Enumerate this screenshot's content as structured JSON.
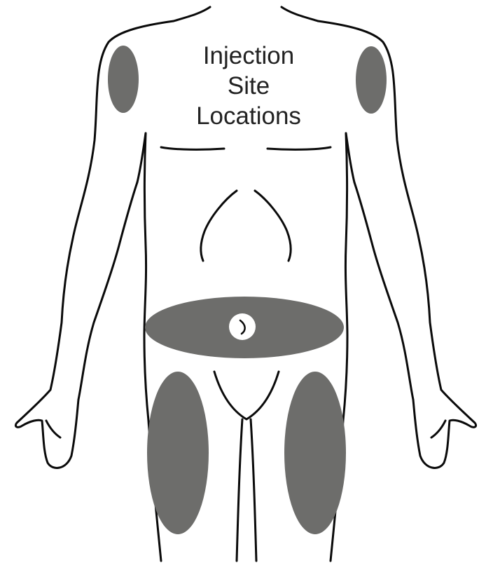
{
  "title_lines": [
    "Injection",
    "Site",
    "Locations"
  ],
  "colors": {
    "outline": "#0a0a0a",
    "injection_site": "#6d6d6b",
    "background": "#ffffff",
    "navel": "#ffffff",
    "text": "#222222"
  },
  "sites": [
    "left-upper-arm",
    "right-upper-arm",
    "abdomen",
    "left-thigh",
    "right-thigh"
  ]
}
